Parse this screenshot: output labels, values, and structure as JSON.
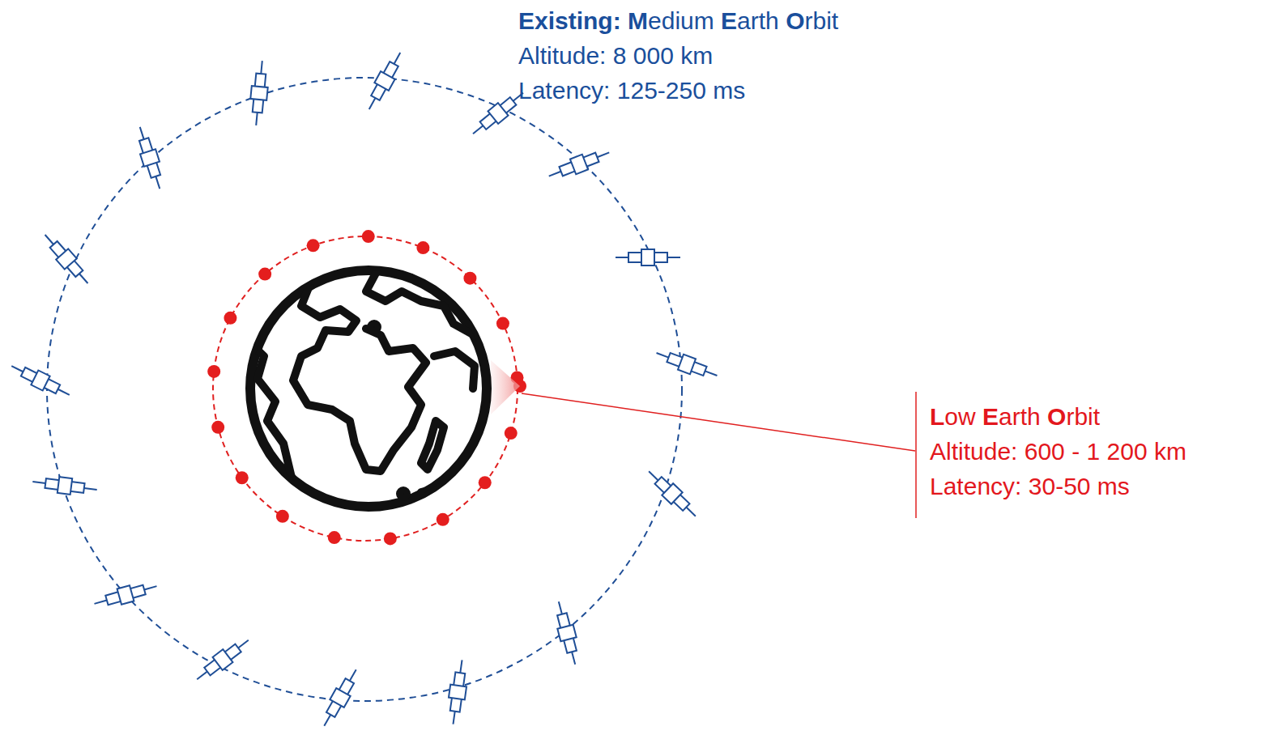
{
  "diagram": {
    "labels": [
      "Existing: Medium Earth Orbit",
      "Altitude: 8 000 km",
      "Latency: 125-250 ms",
      "Low Earth Orbit",
      "Altitude: 600 - 1 200 km",
      "Latency: 30-50 ms"
    ]
  }
}
